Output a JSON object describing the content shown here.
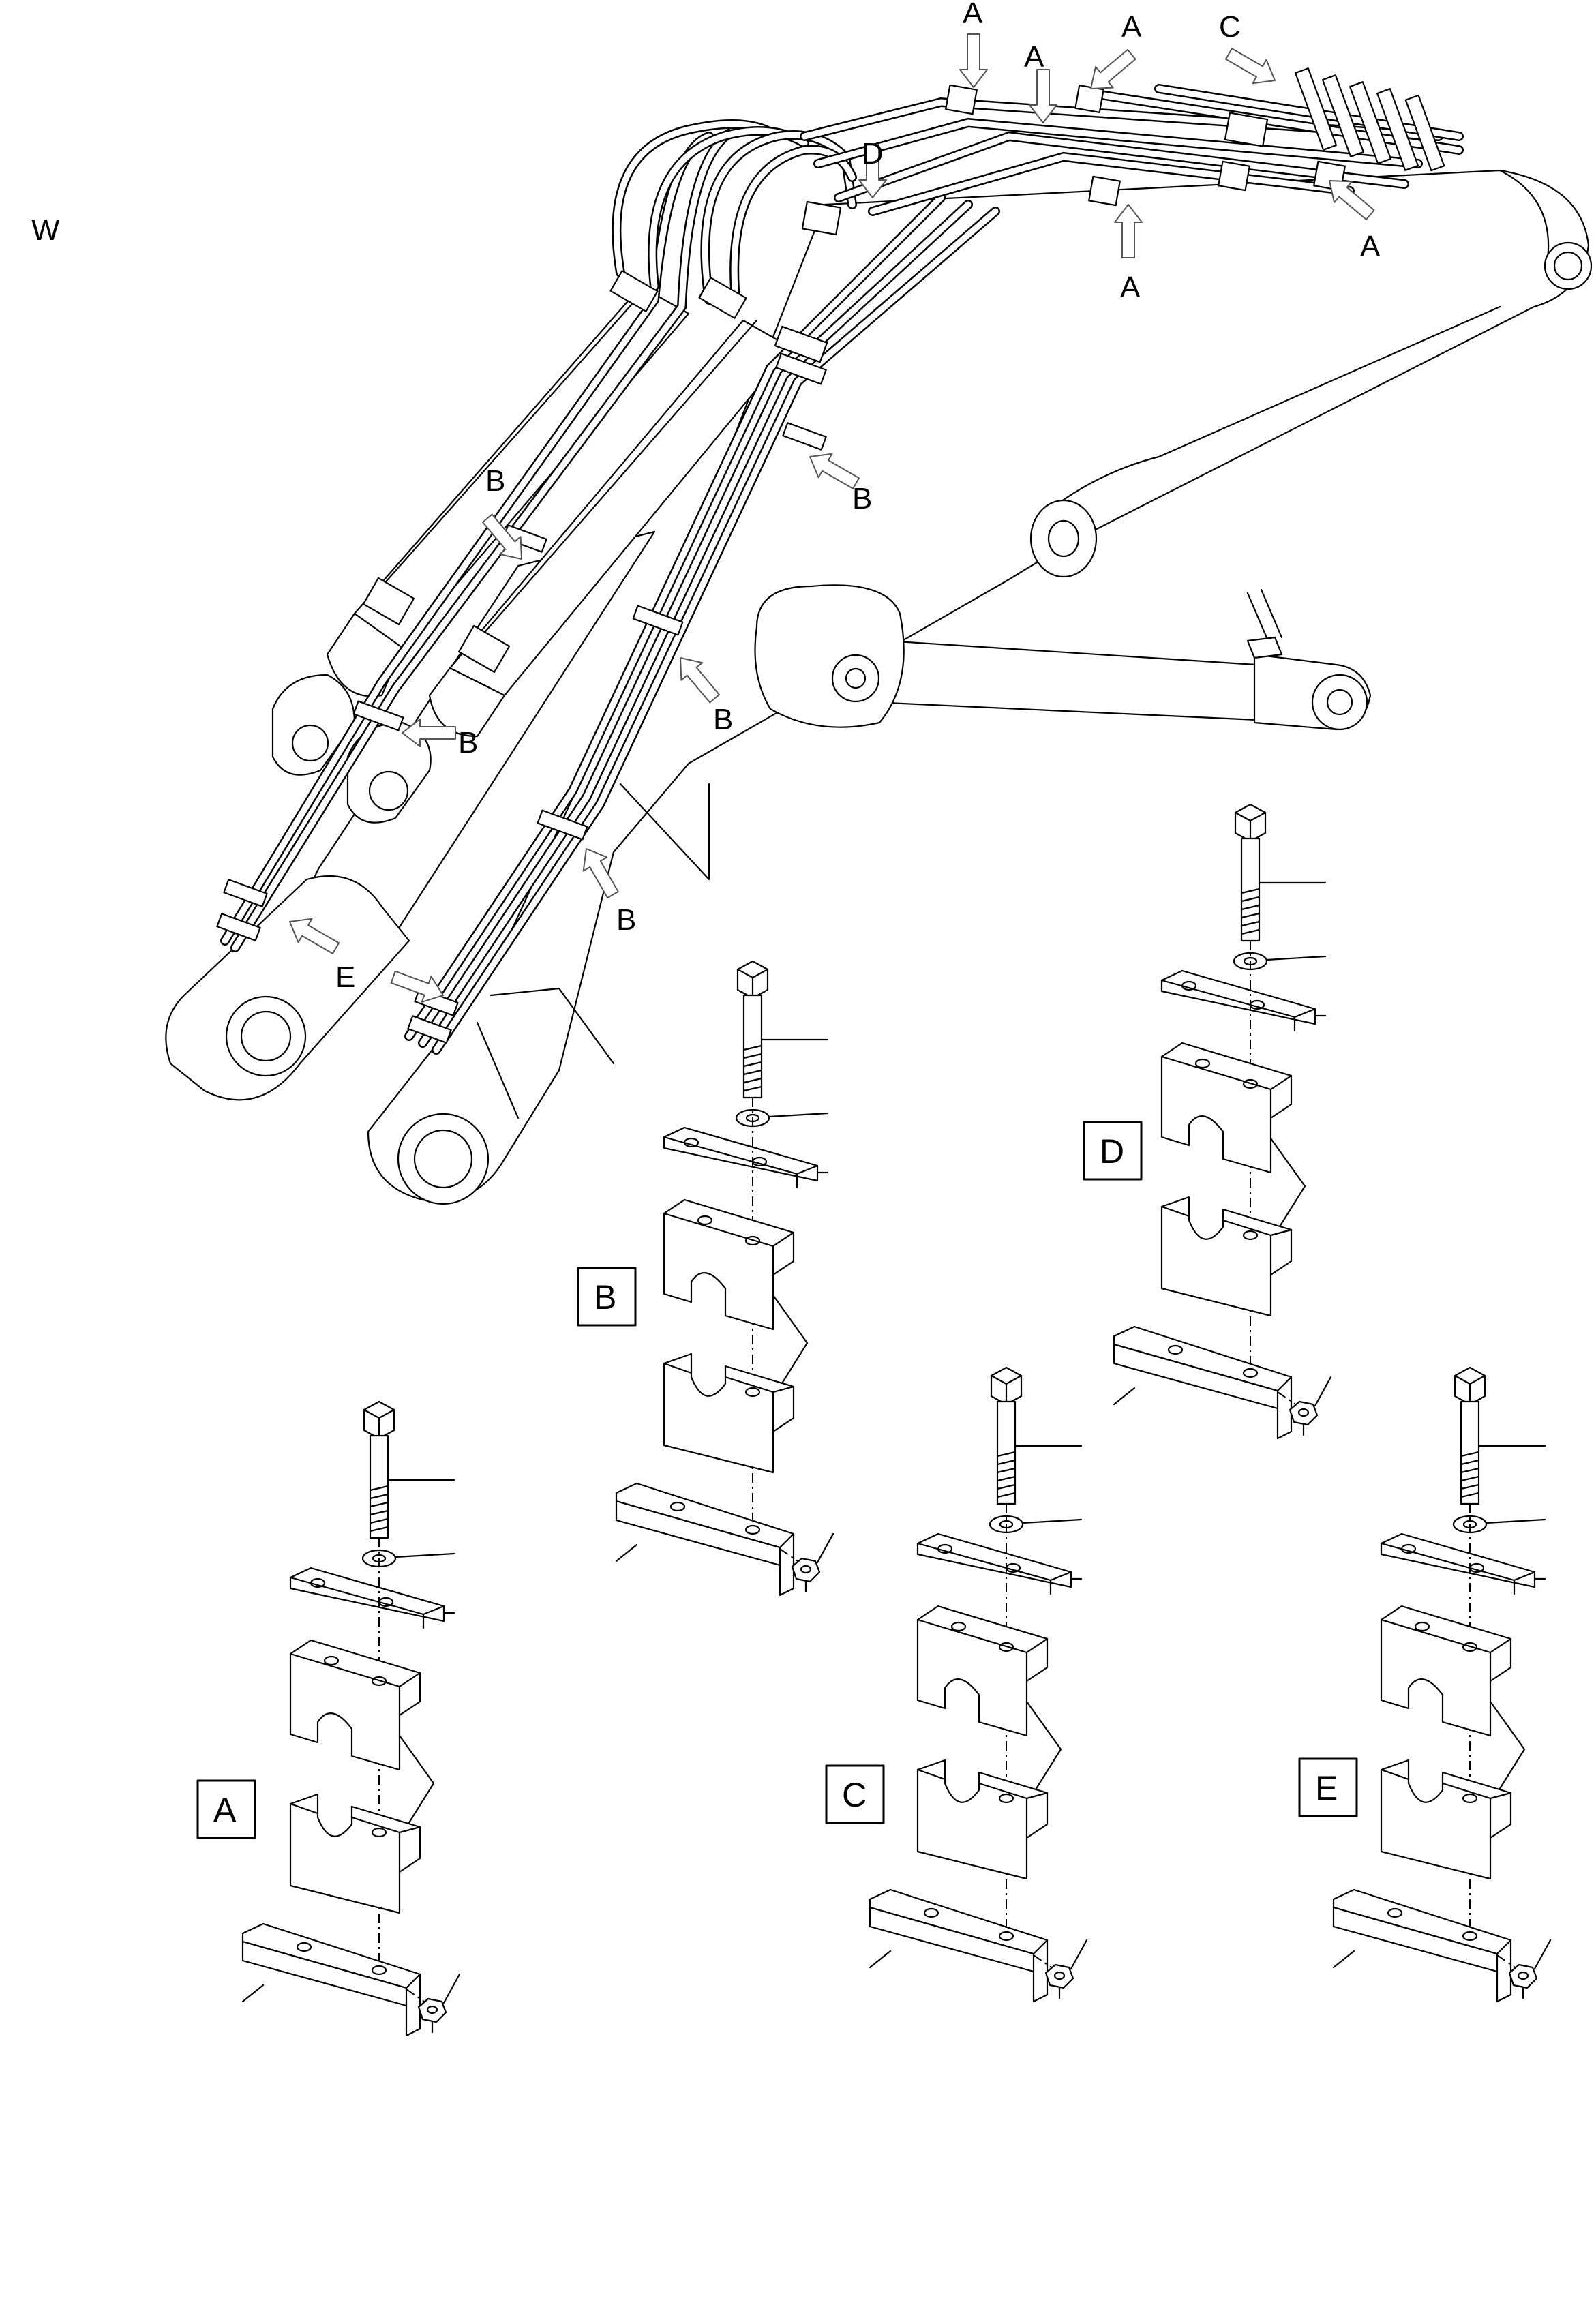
{
  "page_marker": "W",
  "callouts": {
    "a": "A",
    "b": "B",
    "c": "C",
    "d": "D",
    "e": "E"
  },
  "detail_boxes": {
    "a": "A",
    "b": "B",
    "c": "C",
    "d": "D",
    "e": "E"
  },
  "colors": {
    "line": "#000000",
    "arrow_outline": "#555555",
    "background": "#ffffff"
  },
  "icons": [
    "arrow-icon",
    "bolt-icon",
    "washer-icon",
    "nut-icon",
    "clamp-half-icon",
    "plate-icon",
    "bracket-icon"
  ]
}
